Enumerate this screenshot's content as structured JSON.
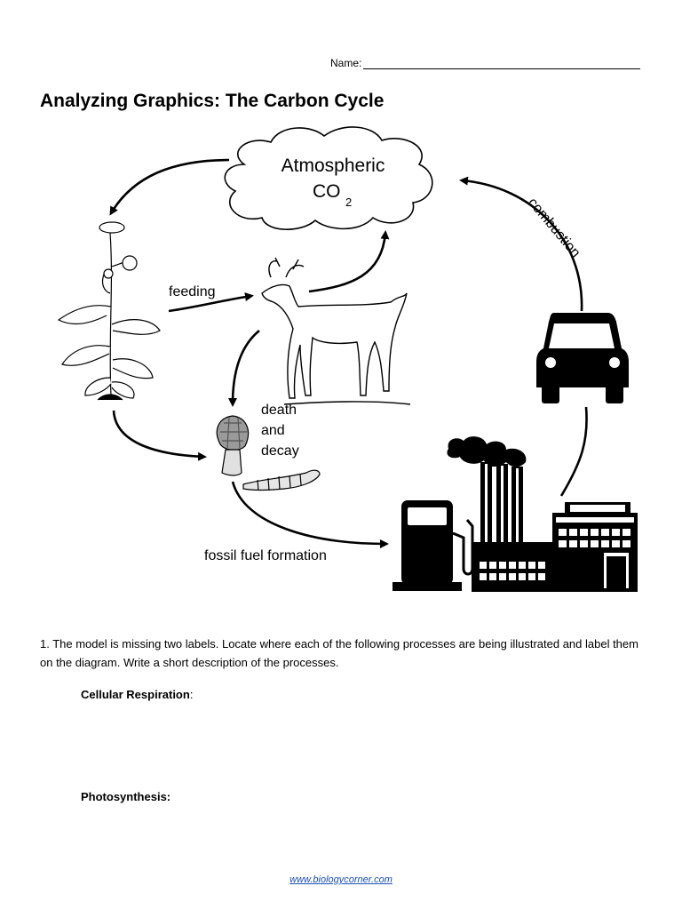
{
  "header": {
    "name_label": "Name:"
  },
  "title": "Analyzing Graphics: The Carbon Cycle",
  "diagram": {
    "cloud_line1": "Atmospheric",
    "cloud_co": "CO",
    "cloud_sub": "2",
    "feeding": "feeding",
    "death1": "death",
    "death2": "and",
    "death3": "decay",
    "fossil": "fossil fuel formation",
    "combustion": "combustion"
  },
  "question": "1. The model is missing two labels. Locate where each of the following processes are being illustrated and label them on the diagram. Write a short description of the processes.",
  "labels": {
    "cellular": "Cellular Respiration",
    "cellular_colon": ":",
    "photosynthesis": "Photosynthesis:"
  },
  "footer": "www.biologycorner.com"
}
